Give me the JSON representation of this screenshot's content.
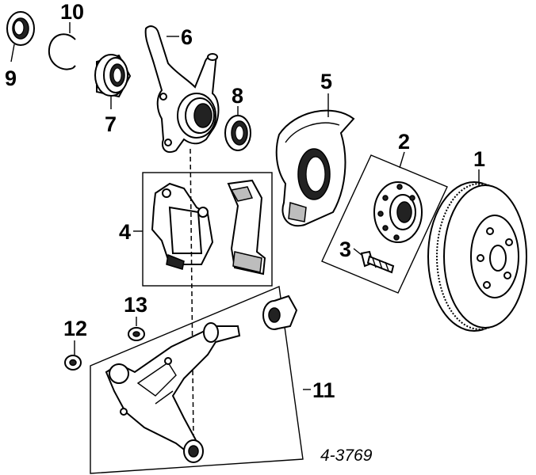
{
  "callouts": {
    "c1": "1",
    "c2": "2",
    "c3": "3",
    "c4": "4",
    "c5": "5",
    "c6": "6",
    "c7": "7",
    "c8": "8",
    "c9": "9",
    "c10": "10",
    "c11": "11",
    "c12": "12",
    "c13": "13"
  },
  "reference_code": "4-3769"
}
